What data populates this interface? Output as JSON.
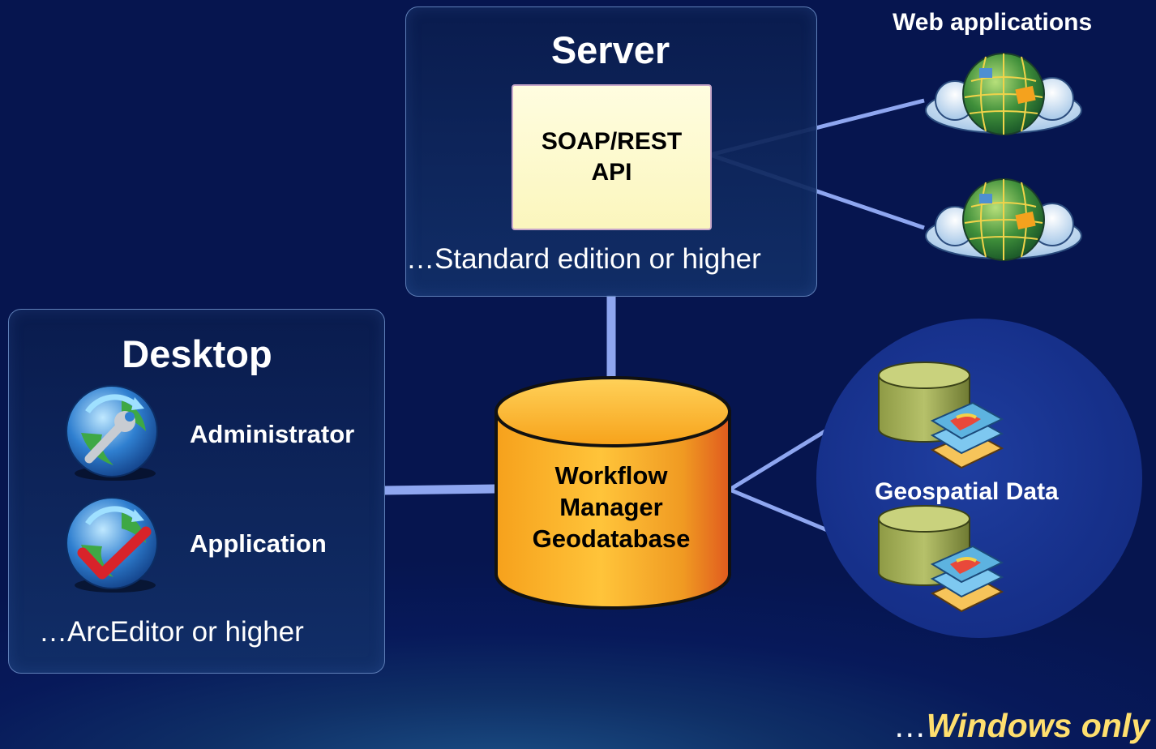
{
  "server": {
    "title": "Server",
    "api_line1": "SOAP/REST",
    "api_line2": "API",
    "caption": "…Standard edition or higher"
  },
  "web_apps": {
    "label": "Web applications",
    "icons": [
      "globe-cloud-icon",
      "globe-cloud-icon"
    ]
  },
  "desktop": {
    "title": "Desktop",
    "items": [
      {
        "label": "Administrator",
        "icon": "wrench-globe-icon"
      },
      {
        "label": "Application",
        "icon": "checkmark-globe-icon"
      }
    ],
    "caption": "…ArcEditor or higher"
  },
  "database": {
    "line1": "Workflow",
    "line2": "Manager",
    "line3": "Geodatabase",
    "icon": "database-cylinder-icon"
  },
  "geospatial": {
    "label": "Geospatial Data",
    "icons": [
      "database-layers-icon",
      "database-layers-icon"
    ]
  },
  "footer": {
    "ellipsis": "…",
    "note": "Windows only"
  },
  "colors": {
    "background": "#06154f",
    "connector": "#8ea6f0",
    "api_box": "#fbf6bd",
    "database": "#f7a21a",
    "geo_circle": "#16308a",
    "footer_accent": "#ffdf6e"
  }
}
